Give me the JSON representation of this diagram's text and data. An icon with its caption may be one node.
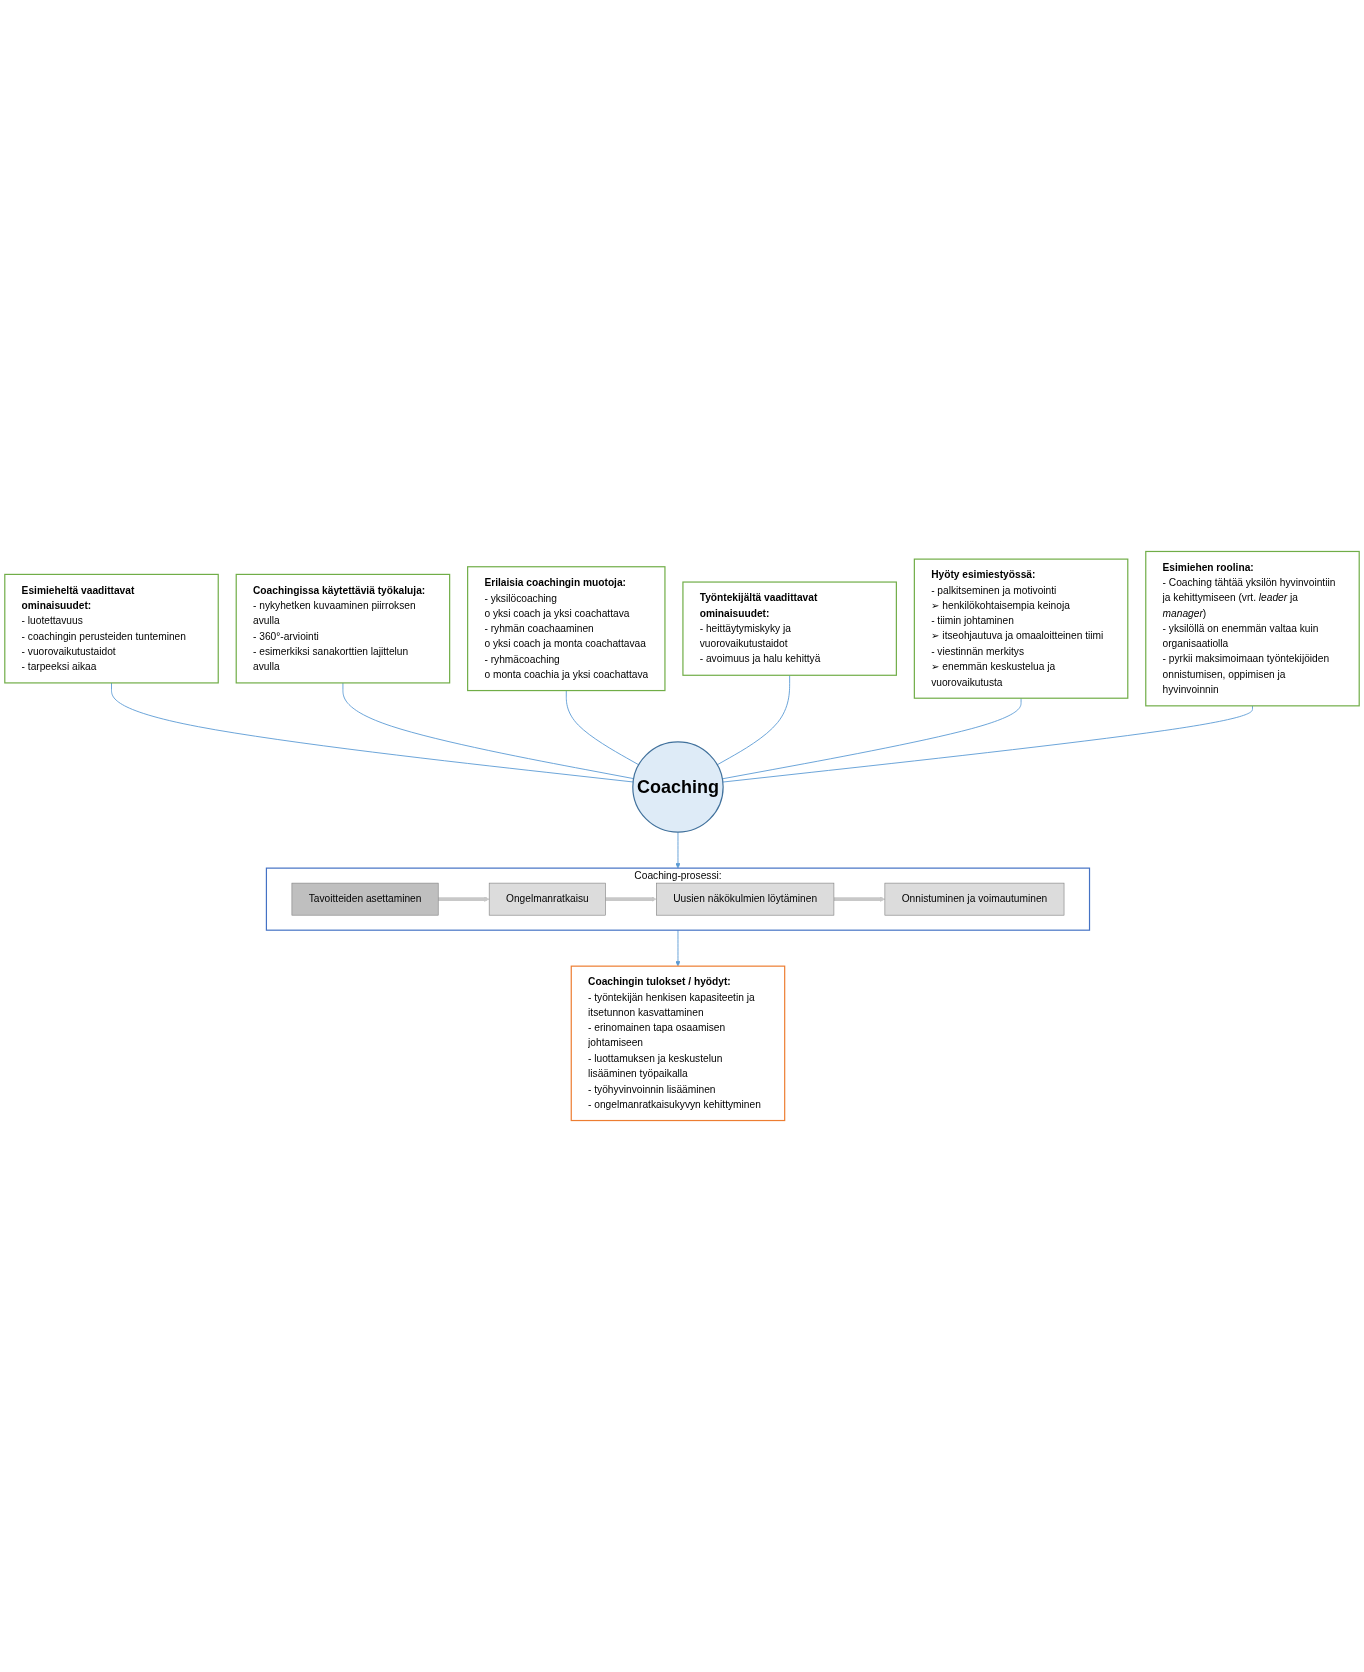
{
  "diagram": {
    "nodes": [
      {
        "text": [
          "Esimieheltä vaadittavat ominaisuudet:",
          "- luotettavuus",
          "- coachingin perusteiden tunteminen",
          "- vuorovaikutustaidot",
          "- tarpeeksi aikaa"
        ]
      },
      {
        "text": [
          "Coachingissa käytettäviä työkaluja:",
          "- nykyhetken kuvaaminen piirroksen avulla",
          "- 360°-arviointi",
          "- esimerkiksi sanakorttien lajittelun avulla"
        ]
      },
      {
        "text": [
          "Erilaisia coachingin muotoja:",
          "- yksilöcoaching",
          "o yksi coach ja yksi coachattava",
          "- ryhmän coachaaminen",
          "o yksi coach ja monta coachattavaa",
          "- ryhmäcoaching",
          "o monta coachia ja yksi coachattava"
        ]
      },
      {
        "text": [
          "Työntekijältä vaadittavat ominaisuudet:",
          "- heittäytymiskyky ja vuorovaikutustaidot",
          "- avoimuus ja halu kehittyä"
        ]
      },
      {
        "text": [
          "Hyöty esimiestyössä:",
          "- palkitseminen ja motivointi",
          "➢ henkilökohtaisempia keinoja",
          "- tiimin johtaminen",
          "➢ itseohjautuva ja omaaloitteinen tiimi",
          "- viestinnän merkitys",
          "➢ enemmän keskustelua ja vuorovaikutusta"
        ]
      },
      {
        "text": [
          "Coaching"
        ]
      },
      {
        "text": [
          "Esimiehen roolina:",
          "- Coaching tähtää yksilön hyvinvointiin ja kehittymiseen (vrt. *leader* ja *manager*)",
          "- yksilöllä on enemmän valtaa kuin organisaatiolla",
          "- pyrkii maksimoimaan työntekijöiden onnistumisen, oppimisen ja hyvinvoinnin"
        ]
      },
      {
        "text": [
          "Coaching-prosessi:"
        ]
      },
      {
        "text": [
          "Tavoitteiden asettaminen"
        ],
        "in": 7
      },
      {
        "text": [
          "Ongelmanratkaisu"
        ],
        "in": 7
      },
      {
        "text": [
          "Uusien näkökulmien löytäminen"
        ],
        "in": 7
      },
      {
        "text": [
          "Onnistuminen ja voimautuminen"
        ],
        "in": 7
      },
      {
        "text": [
          "Coachingin tulokset / hyödyt:",
          "- työntekijän henkisen kapasiteetin ja itsetunnon kasvattaminen",
          "- erinomainen tapa osaamisen johtamiseen",
          "- luottamuksen ja keskustelun lisääminen työpaikalla",
          "- työhyvinvoinnin lisääminen",
          "- ongelmanratkaisukyvyn kehittyminen"
        ]
      }
    ],
    "edges": [
      {
        "from": 0,
        "to": 5,
        "arrow": "none"
      },
      {
        "from": 1,
        "to": 5,
        "arrow": "none"
      },
      {
        "from": 2,
        "to": 5,
        "arrow": "none"
      },
      {
        "from": 3,
        "to": 5,
        "arrow": "none"
      },
      {
        "from": 4,
        "to": 5,
        "arrow": "none"
      },
      {
        "from": 6,
        "to": 5,
        "arrow": "none"
      },
      {
        "from": 5,
        "to": 7,
        "arrow": "to"
      },
      {
        "from": 8,
        "to": 9,
        "arrow": "to",
        "style": "thick",
        "color": "#c8c8c8"
      },
      {
        "from": 9,
        "to": 10,
        "arrow": "to",
        "style": "thick",
        "color": "#c8c8c8"
      },
      {
        "from": 10,
        "to": 11,
        "arrow": "to",
        "style": "thick",
        "color": "#c8c8c8"
      },
      {
        "from": 7,
        "to": 12,
        "arrow": "to"
      }
    ]
  }
}
